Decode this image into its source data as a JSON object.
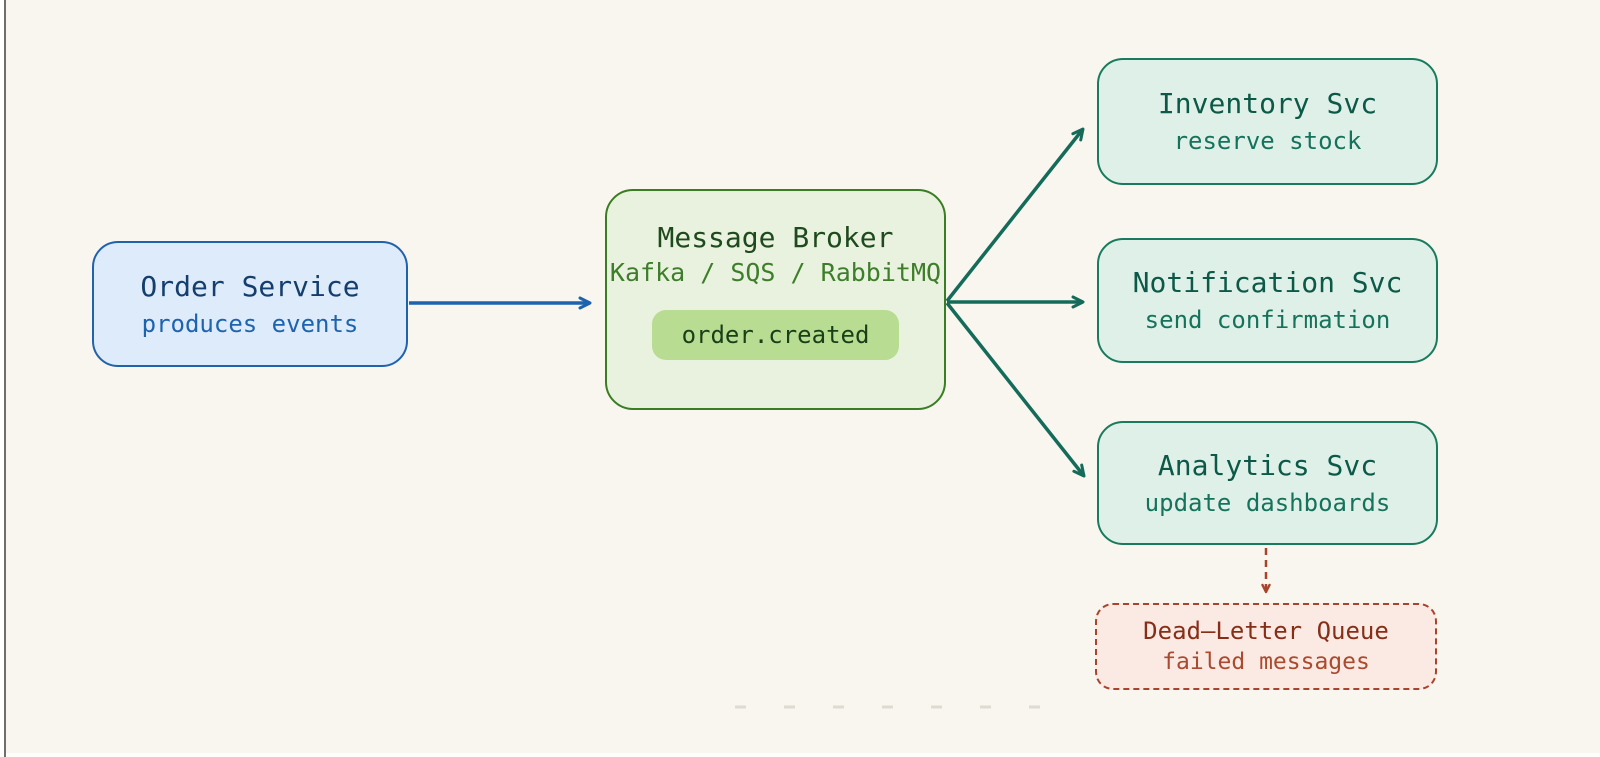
{
  "diagram": {
    "background_color": "#f8f6ef",
    "nodes": {
      "order_service": {
        "title": "Order Service",
        "subtitle": "produces events",
        "fill": "#ddebfa",
        "border_color": "#2062ac",
        "title_color": "#143e6d",
        "subtitle_color": "#1e63ae"
      },
      "message_broker": {
        "title": "Message Broker",
        "subtitle": "Kafka / SQS / RabbitMQ",
        "badge": "order.created",
        "fill": "#e9f2de",
        "border_color": "#3a7d23",
        "title_color": "#1f4a1d",
        "subtitle_color": "#3e7e2b",
        "badge_fill": "#b9dc93",
        "badge_text_color": "#183f17"
      },
      "inventory_svc": {
        "title": "Inventory Svc",
        "subtitle": "reserve stock",
        "fill": "#dff0e8",
        "border_color": "#1a7a5e",
        "title_color": "#0c5948",
        "subtitle_color": "#15735c"
      },
      "notification_svc": {
        "title": "Notification Svc",
        "subtitle": "send confirmation",
        "fill": "#dff0e8",
        "border_color": "#1a7a5e",
        "title_color": "#0c5948",
        "subtitle_color": "#15735c"
      },
      "analytics_svc": {
        "title": "Analytics Svc",
        "subtitle": "update dashboards",
        "fill": "#dff0e8",
        "border_color": "#1a7a5e",
        "title_color": "#0c5948",
        "subtitle_color": "#15735c"
      },
      "dead_letter_queue": {
        "title": "Dead–Letter Queue",
        "subtitle": "failed messages",
        "fill": "#fbe9e3",
        "border_color": "#a8432c",
        "title_color": "#862f16",
        "subtitle_color": "#aa4a2e"
      }
    },
    "edges": [
      {
        "from": "order_service",
        "to": "message_broker",
        "style": "solid",
        "color": "#1c64ae"
      },
      {
        "from": "message_broker",
        "to": "inventory_svc",
        "style": "solid",
        "color": "#156b59"
      },
      {
        "from": "message_broker",
        "to": "notification_svc",
        "style": "solid",
        "color": "#156b59"
      },
      {
        "from": "message_broker",
        "to": "analytics_svc",
        "style": "solid",
        "color": "#156b59"
      },
      {
        "from": "analytics_svc",
        "to": "dead_letter_queue",
        "style": "dashed",
        "color": "#a8432c"
      }
    ]
  }
}
